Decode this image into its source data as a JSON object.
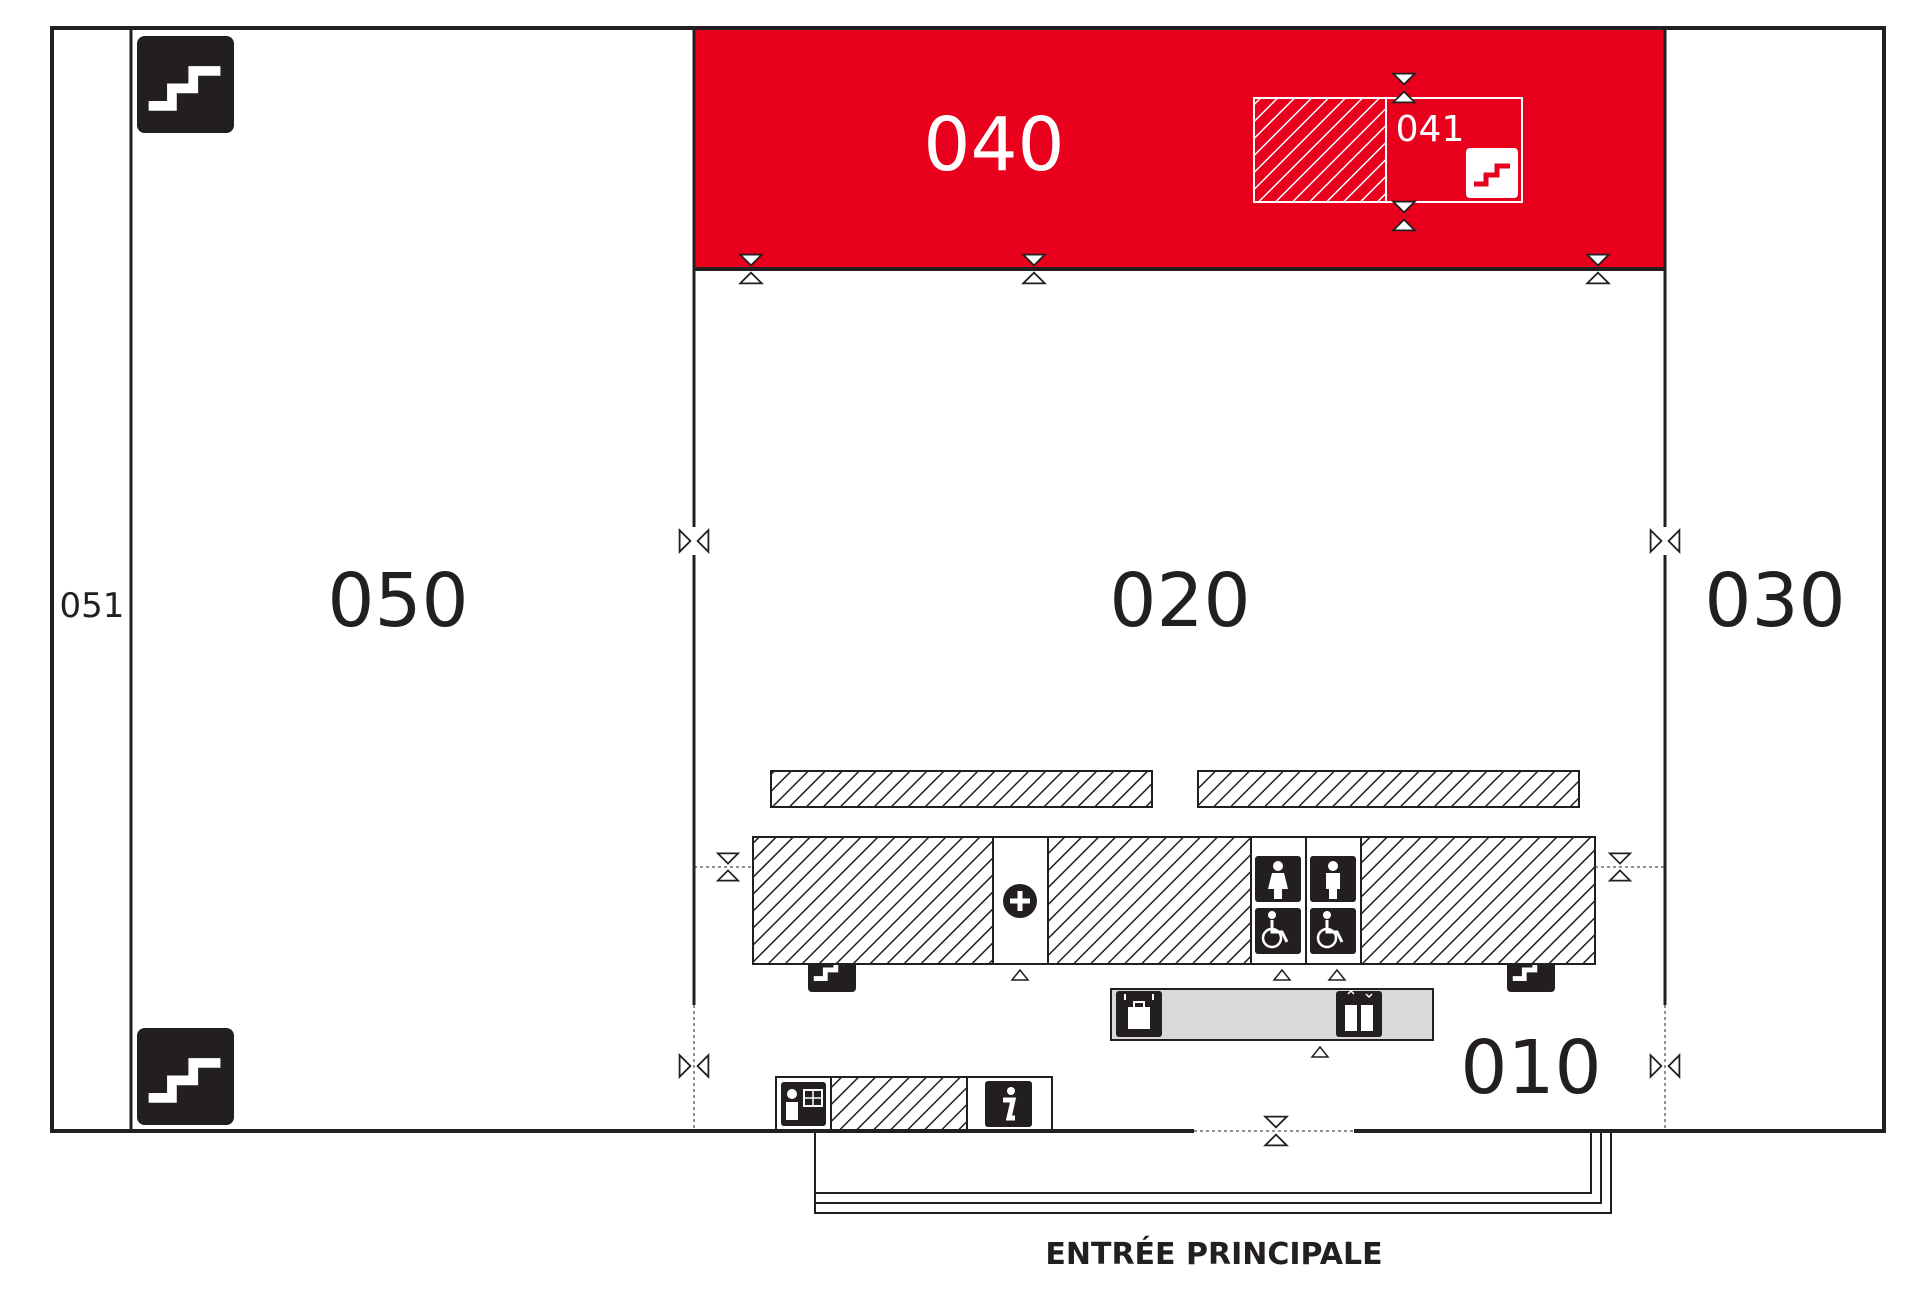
{
  "rooms": {
    "r051": "051",
    "r050": "050",
    "r020": "020",
    "r030": "030",
    "r040": "040",
    "r041": "041",
    "r010": "010"
  },
  "entrance": {
    "label": "ENTRÉE PRINCIPALE"
  },
  "colors": {
    "highlight": "#e8001c",
    "ink": "#231f20",
    "light_gray": "#d9d9d9",
    "white": "#ffffff"
  },
  "icons": {
    "stairs": "stairs-icon",
    "first_aid": "first-aid-cross-icon",
    "women_wc": "women-toilet-icon",
    "men_wc": "men-toilet-icon",
    "wheelchair": "wheelchair-access-icon",
    "cloakroom": "cloakroom-luggage-icon",
    "elevator": "elevator-icon",
    "ticket_desk": "ticket-desk-icon",
    "information": "information-icon",
    "door": "door-marker-icon"
  }
}
